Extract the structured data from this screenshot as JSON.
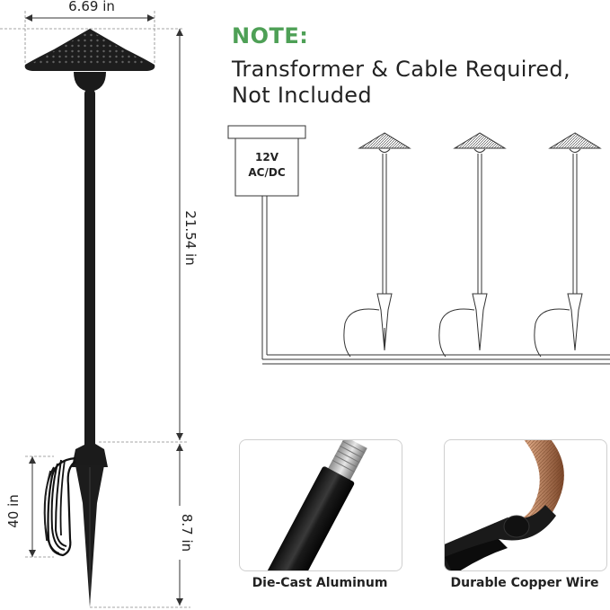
{
  "dimensions": {
    "width_label": "6.69 in",
    "height_label": "21.54 in",
    "stake_label": "8.7 in",
    "cable_label": "40 in"
  },
  "note": {
    "title": "NOTE:",
    "line1": "Transformer & Cable Required,",
    "line2": "Not Included",
    "title_color": "#4ea056"
  },
  "transformer": {
    "line1": "12V",
    "line2": "AC/DC"
  },
  "features": [
    {
      "caption": "Die-Cast Aluminum",
      "icon": "aluminum-pipe-icon"
    },
    {
      "caption": "Durable Copper Wire",
      "icon": "copper-wire-icon"
    }
  ]
}
